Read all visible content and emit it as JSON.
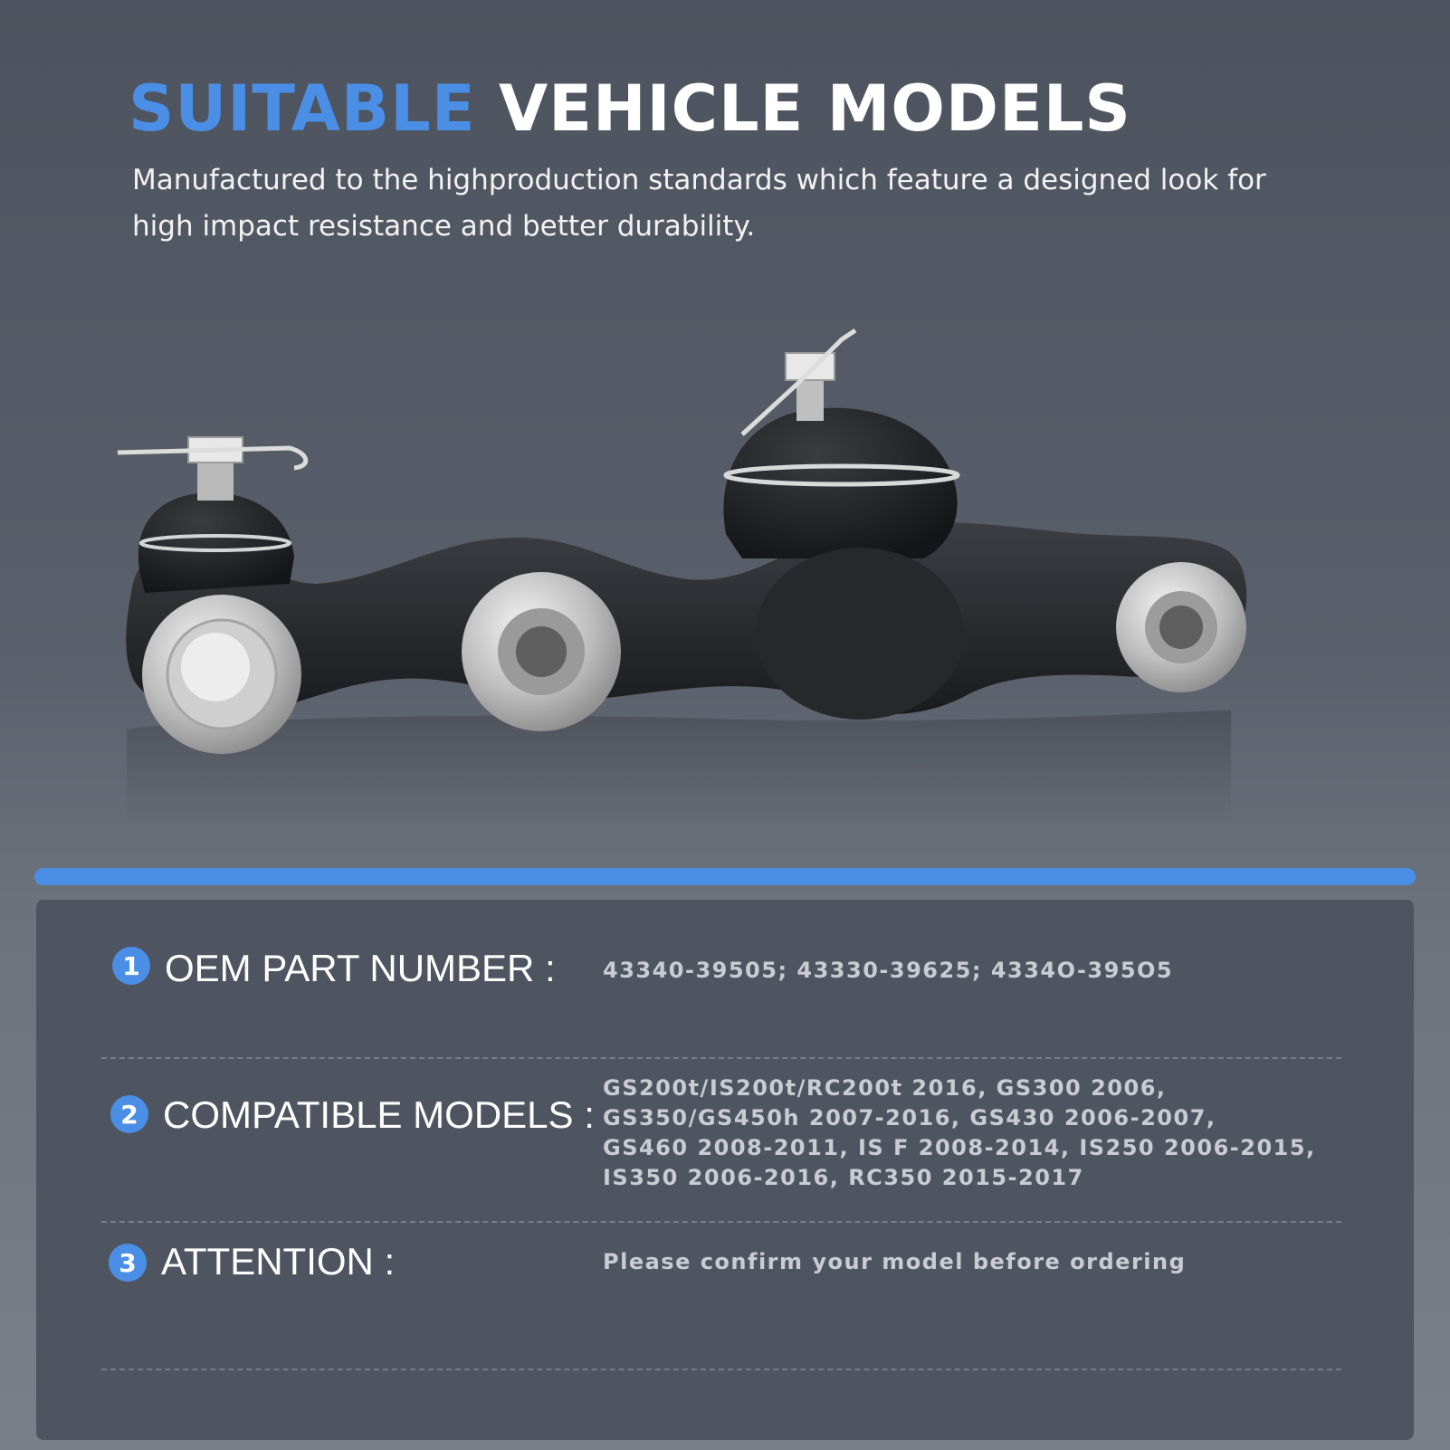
{
  "header": {
    "title_highlight": "SUITABLE",
    "title_rest": "VEHICLE MODELS",
    "subtitle": "Manufactured to the highproduction standards which feature a designed look for high impact resistance and better durability."
  },
  "colors": {
    "accent": "#4a8ee6",
    "panel": "#4f5560",
    "value_text": "#c9ccd2"
  },
  "product_image": {
    "icon": "ball-joint-control-arm-image"
  },
  "specs": [
    {
      "number": "1",
      "label": "OEM PART NUMBER :",
      "lines": [
        "43340-39505; 43330-39625; 4334O-395O5"
      ]
    },
    {
      "number": "2",
      "label": "COMPATIBLE MODELS :",
      "lines": [
        "GS200t/IS200t/RC200t 2016, GS300 2006,",
        "GS350/GS450h 2007-2016, GS430 2006-2007,",
        "GS460 2008-2011, IS F 2008-2014, IS250 2006-2015,",
        "IS350 2006-2016, RC350 2015-2017"
      ]
    },
    {
      "number": "3",
      "label": "ATTENTION :",
      "lines": [
        "Please confirm your model before ordering"
      ]
    }
  ]
}
